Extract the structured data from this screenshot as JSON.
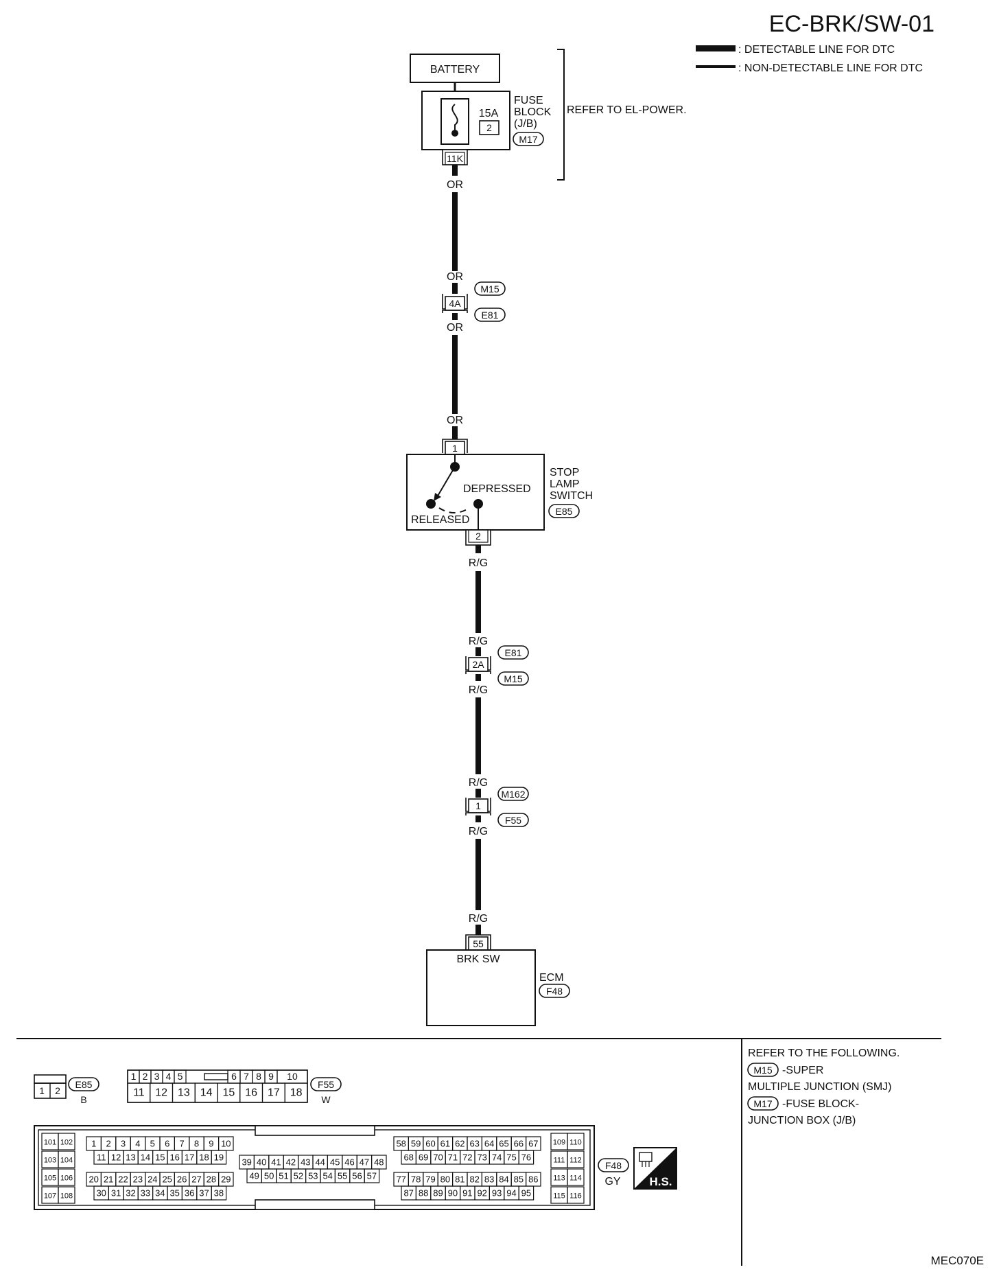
{
  "page_code": "EC-BRK/SW-01",
  "legend": {
    "detectable": ": DETECTABLE LINE FOR DTC",
    "non_detectable": ": NON-DETECTABLE LINE FOR DTC"
  },
  "battery": "BATTERY",
  "fuse": {
    "rating": "15A",
    "number": "2",
    "label": [
      "FUSE",
      "BLOCK",
      "(J/B)"
    ],
    "connector": "M17",
    "terminal": "11K"
  },
  "refer_power": "REFER TO EL-POWER.",
  "wires": {
    "or": "OR",
    "rg": "R/G"
  },
  "junction_4a": {
    "terminal": "4A",
    "top": "M15",
    "bottom": "E81"
  },
  "switch": {
    "label": [
      "STOP",
      "LAMP",
      "SWITCH"
    ],
    "connector": "E85",
    "pin_in": "1",
    "pin_out": "2",
    "depressed": "DEPRESSED",
    "released": "RELEASED"
  },
  "junction_2a": {
    "terminal": "2A",
    "top": "E81",
    "bottom": "M15"
  },
  "junction_1": {
    "terminal": "1",
    "top": "M162",
    "bottom": "F55"
  },
  "ecm": {
    "pin": "55",
    "terminal_name": "BRK SW",
    "label": "ECM",
    "connector": "F48"
  },
  "connector_e85": {
    "id": "E85",
    "color": "B",
    "pins": [
      "1",
      "2"
    ]
  },
  "connector_f55": {
    "id": "F55",
    "color": "W",
    "row1": [
      "1",
      "2",
      "3",
      "4",
      "5",
      "",
      "6",
      "7",
      "8",
      "9",
      "10"
    ],
    "row2": [
      "11",
      "12",
      "13",
      "14",
      "15",
      "16",
      "17",
      "18"
    ]
  },
  "connector_f48": {
    "id": "F48",
    "color": "GY",
    "left_block": [
      "101",
      "102",
      "103",
      "104",
      "105",
      "106",
      "107",
      "108"
    ],
    "right_block": [
      "109",
      "110",
      "111",
      "112",
      "113",
      "114",
      "115",
      "116"
    ],
    "a_row1": [
      "1",
      "2",
      "3",
      "4",
      "5",
      "6",
      "7",
      "8",
      "9",
      "10"
    ],
    "a_row2": [
      "11",
      "12",
      "13",
      "14",
      "15",
      "16",
      "17",
      "18",
      "19"
    ],
    "a_row3": [
      "20",
      "21",
      "22",
      "23",
      "24",
      "25",
      "26",
      "27",
      "28",
      "29"
    ],
    "a_row4": [
      "30",
      "31",
      "32",
      "33",
      "34",
      "35",
      "36",
      "37",
      "38"
    ],
    "b_row1": [
      "39",
      "40",
      "41",
      "42",
      "43",
      "44",
      "45",
      "46",
      "47",
      "48"
    ],
    "b_row2": [
      "49",
      "50",
      "51",
      "52",
      "53",
      "54",
      "55",
      "56",
      "57"
    ],
    "c_row1": [
      "58",
      "59",
      "60",
      "61",
      "62",
      "63",
      "64",
      "65",
      "66",
      "67"
    ],
    "c_row2": [
      "68",
      "69",
      "70",
      "71",
      "72",
      "73",
      "74",
      "75",
      "76"
    ],
    "c_row3": [
      "77",
      "78",
      "79",
      "80",
      "81",
      "82",
      "83",
      "84",
      "85",
      "86"
    ],
    "c_row4": [
      "87",
      "88",
      "89",
      "90",
      "91",
      "92",
      "93",
      "94",
      "95"
    ]
  },
  "hs_badge": "H.S.",
  "refer_notes": {
    "heading": "REFER TO THE FOLLOWING.",
    "m15": "M15",
    "m15_desc": "-SUPER",
    "m15_desc2": "MULTIPLE JUNCTION (SMJ)",
    "m17": "M17",
    "m17_desc": "-FUSE BLOCK-",
    "m17_desc2": "JUNCTION BOX (J/B)"
  },
  "figure_code": "MEC070E"
}
